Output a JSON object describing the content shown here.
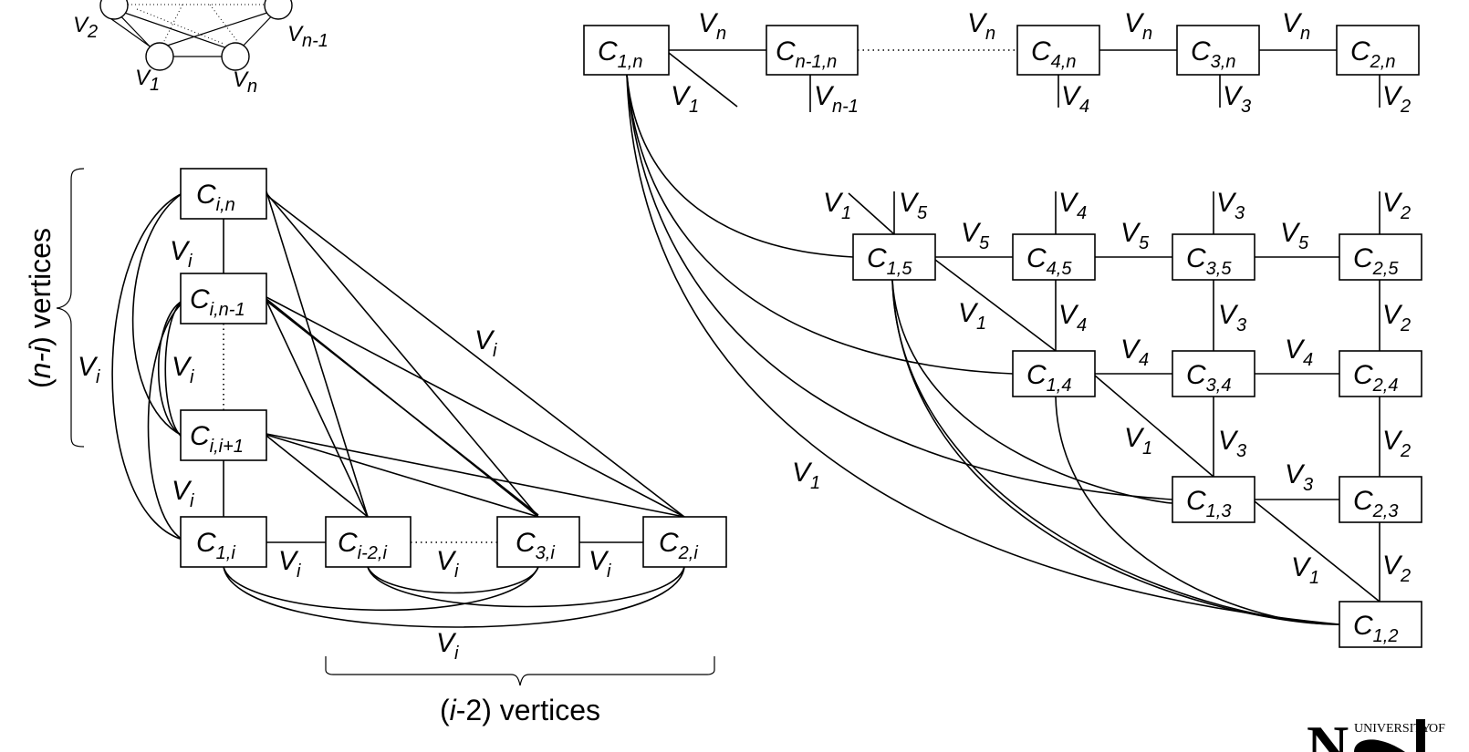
{
  "complete_graph": {
    "labels": {
      "v2": "V",
      "v2_sub": "2",
      "vn1": "V",
      "vn1_sub": "n-1",
      "v1": "V",
      "v1_sub": "1",
      "vn": "V",
      "vn_sub": "n"
    }
  },
  "top_row": {
    "boxes": [
      {
        "main": "C",
        "sub": "1,n"
      },
      {
        "main": "C",
        "sub": "n-1,n"
      },
      {
        "main": "C",
        "sub": "4,n"
      },
      {
        "main": "C",
        "sub": "3,n"
      },
      {
        "main": "C",
        "sub": "2,n"
      }
    ],
    "edge_labels": [
      {
        "main": "V",
        "sub": "n"
      },
      {
        "main": "V",
        "sub": "n"
      },
      {
        "main": "V",
        "sub": "n"
      },
      {
        "main": "V",
        "sub": "n"
      }
    ],
    "pendant_labels": [
      {
        "main": "V",
        "sub": "1"
      },
      {
        "main": "V",
        "sub": "n-1"
      },
      {
        "main": "V",
        "sub": "4"
      },
      {
        "main": "V",
        "sub": "3"
      },
      {
        "main": "V",
        "sub": "2"
      }
    ]
  },
  "grid": {
    "boxes": {
      "c15": {
        "main": "C",
        "sub": "1,5"
      },
      "c45": {
        "main": "C",
        "sub": "4,5"
      },
      "c35": {
        "main": "C",
        "sub": "3,5"
      },
      "c25": {
        "main": "C",
        "sub": "2,5"
      },
      "c14": {
        "main": "C",
        "sub": "1,4"
      },
      "c34": {
        "main": "C",
        "sub": "3,4"
      },
      "c24": {
        "main": "C",
        "sub": "2,4"
      },
      "c13": {
        "main": "C",
        "sub": "1,3"
      },
      "c23": {
        "main": "C",
        "sub": "2,3"
      },
      "c12": {
        "main": "C",
        "sub": "1,2"
      }
    },
    "labels": {
      "v1_top": {
        "main": "V",
        "sub": "1"
      },
      "v5_top": {
        "main": "V",
        "sub": "5"
      },
      "v4_top": {
        "main": "V",
        "sub": "4"
      },
      "v3_top": {
        "main": "V",
        "sub": "3"
      },
      "v2_top": {
        "main": "V",
        "sub": "2"
      },
      "v5_a": {
        "main": "V",
        "sub": "5"
      },
      "v5_b": {
        "main": "V",
        "sub": "5"
      },
      "v5_c": {
        "main": "V",
        "sub": "5"
      },
      "v1_a": {
        "main": "V",
        "sub": "1"
      },
      "v4_a": {
        "main": "V",
        "sub": "4"
      },
      "v3_a": {
        "main": "V",
        "sub": "3"
      },
      "v2_a": {
        "main": "V",
        "sub": "2"
      },
      "v4_b": {
        "main": "V",
        "sub": "4"
      },
      "v4_c": {
        "main": "V",
        "sub": "4"
      },
      "v1_b": {
        "main": "V",
        "sub": "1"
      },
      "v3_b": {
        "main": "V",
        "sub": "3"
      },
      "v2_b": {
        "main": "V",
        "sub": "2"
      },
      "v3_c": {
        "main": "V",
        "sub": "3"
      },
      "v1_c": {
        "main": "V",
        "sub": "1"
      },
      "v2_c": {
        "main": "V",
        "sub": "2"
      },
      "v1_big": {
        "main": "V",
        "sub": "1"
      }
    }
  },
  "left": {
    "boxes": {
      "cin": {
        "main": "C",
        "sub": "i,n"
      },
      "cin1": {
        "main": "C",
        "sub": "i,n-1"
      },
      "cii1": {
        "main": "C",
        "sub": "i,i+1"
      },
      "c1i": {
        "main": "C",
        "sub": "1,i"
      },
      "ci2i": {
        "main": "C",
        "sub": "i-2,i"
      },
      "c3i": {
        "main": "C",
        "sub": "3,i"
      },
      "c2i": {
        "main": "C",
        "sub": "2,i"
      }
    },
    "labels": {
      "vi": {
        "main": "V",
        "sub": "i"
      }
    },
    "vertical_brace_text": {
      "open": "(",
      "var": "n-i",
      "rest": ") vertices"
    },
    "horizontal_brace_text": {
      "open": "(",
      "var": "i",
      "rest": "-2) vertices"
    }
  },
  "logo": {
    "big": "N",
    "university": "UNIVERSITY",
    "of": "OF"
  }
}
